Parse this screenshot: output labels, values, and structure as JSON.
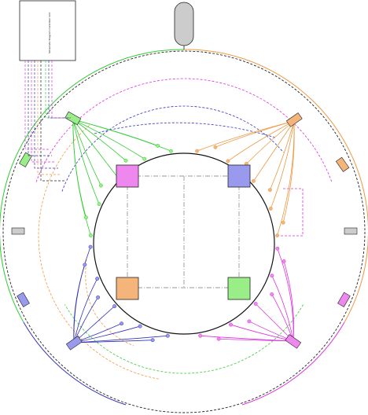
{
  "controller": {
    "label": "Schematic Diagram Controller Unit"
  },
  "colors": {
    "green": "#33cc33",
    "green_fill": "#99ee88",
    "orange": "#ee9944",
    "orange_fill": "#f5b57a",
    "blue": "#3333bb",
    "blue_fill": "#9999ee",
    "magenta": "#dd33dd",
    "magenta_fill": "#ee88ee",
    "dark": "#222222",
    "grey_line": "#999999",
    "tank_fill": "#cccccc",
    "side_box_fill": "#cccccc"
  },
  "zones": [
    {
      "id": "top-left",
      "color": "green"
    },
    {
      "id": "top-right",
      "color": "orange"
    },
    {
      "id": "bottom-left",
      "color": "blue"
    },
    {
      "id": "bottom-right",
      "color": "magenta"
    }
  ],
  "center_boxes": [
    {
      "id": "top-left",
      "color": "magenta"
    },
    {
      "id": "top-right",
      "color": "blue"
    },
    {
      "id": "bottom-left",
      "color": "orange"
    },
    {
      "id": "bottom-right",
      "color": "green"
    }
  ]
}
